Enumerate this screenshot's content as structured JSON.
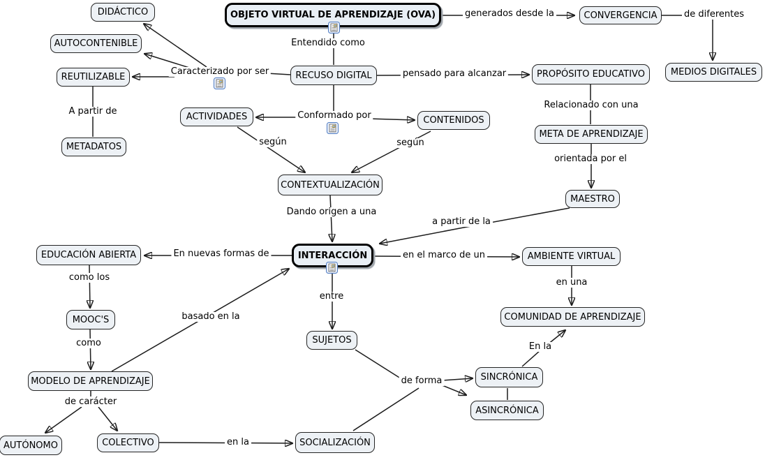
{
  "diagram": {
    "type": "concept-map",
    "colors": {
      "background": "#ffffff",
      "node_fill": "#edf1f5",
      "node_border": "#242424",
      "main_node_border": "#000000",
      "line": "#1c1c1c",
      "resource_icon_border": "#4d79c0"
    }
  },
  "nodes": {
    "ova": "OBJETO VIRTUAL DE APRENDIZAJE (OVA)",
    "didactico": "DIDÁCTICO",
    "autocontenible": "AUTOCONTENIBLE",
    "reutilizable": "REUTILIZABLE",
    "metadatos": "METADATOS",
    "convergencia": "CONVERGENCIA",
    "medios_digitales": "MEDIOS DIGITALES",
    "recuso_digital": "RECUSO DIGITAL",
    "proposito_educativo": "PROPÓSITO EDUCATIVO",
    "actividades": "ACTIVIDADES",
    "contenidos": "CONTENIDOS",
    "meta_de_aprendizaje": "META DE APRENDIZAJE",
    "contextualizacion": "CONTEXTUALIZACIÓN",
    "maestro": "MAESTRO",
    "educacion_abierta": "EDUCACIÓN ABIERTA",
    "interaccion": "INTERACCIÓN",
    "ambiente_virtual": "AMBIENTE VIRTUAL",
    "comunidad_de_aprendizaje": "COMUNIDAD DE APRENDIZAJE",
    "moocs": "MOOC'S",
    "sujetos": "SUJETOS",
    "sincronica": "SINCRÓNICA",
    "asincronica": "ASINCRÓNICA",
    "modelo_de_aprendizaje": "MODELO DE APRENDIZAJE",
    "autonomo": "AUTÓNOMO",
    "colectivo": "COLECTIVO",
    "socializacion": "SOCIALIZACIÓN"
  },
  "phrases": {
    "generados_desde_la": "generados desde la",
    "de_diferentes": "de diferentes",
    "entendido_como": "Entendido como",
    "caracterizado_por_ser": "Caracterizado por ser",
    "pensado_para_alcanzar": "pensado para alcanzar",
    "a_partir_de": "A partir de",
    "conformado_por": "Conformado por",
    "segun_izq": "según",
    "segun_der": "según",
    "relacionado_con_una": "Relacionado con una",
    "orientada_por_el": "orientada por el",
    "dando_origen_a_una": "Dando origen a una",
    "a_partir_de_la": "a partir de la",
    "en_nuevas_formas_de": "En nuevas formas de",
    "en_el_marco_de_un": "en el marco de un",
    "en_una": "en una",
    "entre": "entre",
    "como_los": "como los",
    "basado_en_la": "basado en la",
    "como": "como",
    "en_la_comunidad": "En la",
    "de_forma": "de forma",
    "de_caracter": "de carácter",
    "en_la_socializacion": "en la"
  },
  "edges": [
    {
      "from": "OBJETO VIRTUAL DE APRENDIZAJE (OVA)",
      "phrase": "generados desde la",
      "to": "CONVERGENCIA"
    },
    {
      "from": "CONVERGENCIA",
      "phrase": "de diferentes",
      "to": "MEDIOS DIGITALES"
    },
    {
      "from": "OBJETO VIRTUAL DE APRENDIZAJE (OVA)",
      "phrase": "Entendido como",
      "to": "RECUSO DIGITAL"
    },
    {
      "from": "RECUSO DIGITAL",
      "phrase": "Caracterizado por ser",
      "to": "DIDÁCTICO"
    },
    {
      "from": "RECUSO DIGITAL",
      "phrase": "Caracterizado por ser",
      "to": "AUTOCONTENIBLE"
    },
    {
      "from": "RECUSO DIGITAL",
      "phrase": "Caracterizado por ser",
      "to": "REUTILIZABLE"
    },
    {
      "from": "REUTILIZABLE",
      "phrase": "A partir de",
      "to": "METADATOS"
    },
    {
      "from": "RECUSO DIGITAL",
      "phrase": "pensado para alcanzar",
      "to": "PROPÓSITO EDUCATIVO"
    },
    {
      "from": "RECUSO DIGITAL",
      "phrase": "Conformado por",
      "to": "ACTIVIDADES"
    },
    {
      "from": "RECUSO DIGITAL",
      "phrase": "Conformado por",
      "to": "CONTENIDOS"
    },
    {
      "from": "ACTIVIDADES",
      "phrase": "según",
      "to": "CONTEXTUALIZACIÓN"
    },
    {
      "from": "CONTENIDOS",
      "phrase": "según",
      "to": "CONTEXTUALIZACIÓN"
    },
    {
      "from": "PROPÓSITO EDUCATIVO",
      "phrase": "Relacionado con una",
      "to": "META DE APRENDIZAJE"
    },
    {
      "from": "META DE APRENDIZAJE",
      "phrase": "orientada por el",
      "to": "MAESTRO"
    },
    {
      "from": "MAESTRO",
      "phrase": "a partir de la",
      "to": "INTERACCIÓN"
    },
    {
      "from": "CONTEXTUALIZACIÓN",
      "phrase": "Dando origen a una",
      "to": "INTERACCIÓN"
    },
    {
      "from": "INTERACCIÓN",
      "phrase": "En nuevas formas de",
      "to": "EDUCACIÓN ABIERTA"
    },
    {
      "from": "EDUCACIÓN ABIERTA",
      "phrase": "como los",
      "to": "MOOC'S"
    },
    {
      "from": "MOOC'S",
      "phrase": "como",
      "to": "MODELO DE APRENDIZAJE"
    },
    {
      "from": "MODELO DE APRENDIZAJE",
      "phrase": "basado en la",
      "to": "INTERACCIÓN"
    },
    {
      "from": "INTERACCIÓN",
      "phrase": "en el marco de un",
      "to": "AMBIENTE VIRTUAL"
    },
    {
      "from": "AMBIENTE VIRTUAL",
      "phrase": "en una",
      "to": "COMUNIDAD DE APRENDIZAJE"
    },
    {
      "from": "INTERACCIÓN",
      "phrase": "entre",
      "to": "SUJETOS"
    },
    {
      "from": "SUJETOS",
      "phrase": "de forma",
      "to": "SINCRÓNICA"
    },
    {
      "from": "SUJETOS",
      "phrase": "de forma",
      "to": "ASINCRÓNICA"
    },
    {
      "from": "SOCIALIZACIÓN",
      "phrase": "de forma",
      "to": "SINCRÓNICA"
    },
    {
      "from": "SOCIALIZACIÓN",
      "phrase": "de forma",
      "to": "ASINCRÓNICA"
    },
    {
      "from": "SINCRÓNICA",
      "phrase": "En la",
      "to": "COMUNIDAD DE APRENDIZAJE"
    },
    {
      "from": "MODELO DE APRENDIZAJE",
      "phrase": "de carácter",
      "to": "AUTÓNOMO"
    },
    {
      "from": "MODELO DE APRENDIZAJE",
      "phrase": "de carácter",
      "to": "COLECTIVO"
    },
    {
      "from": "COLECTIVO",
      "phrase": "en la",
      "to": "SOCIALIZACIÓN"
    }
  ]
}
